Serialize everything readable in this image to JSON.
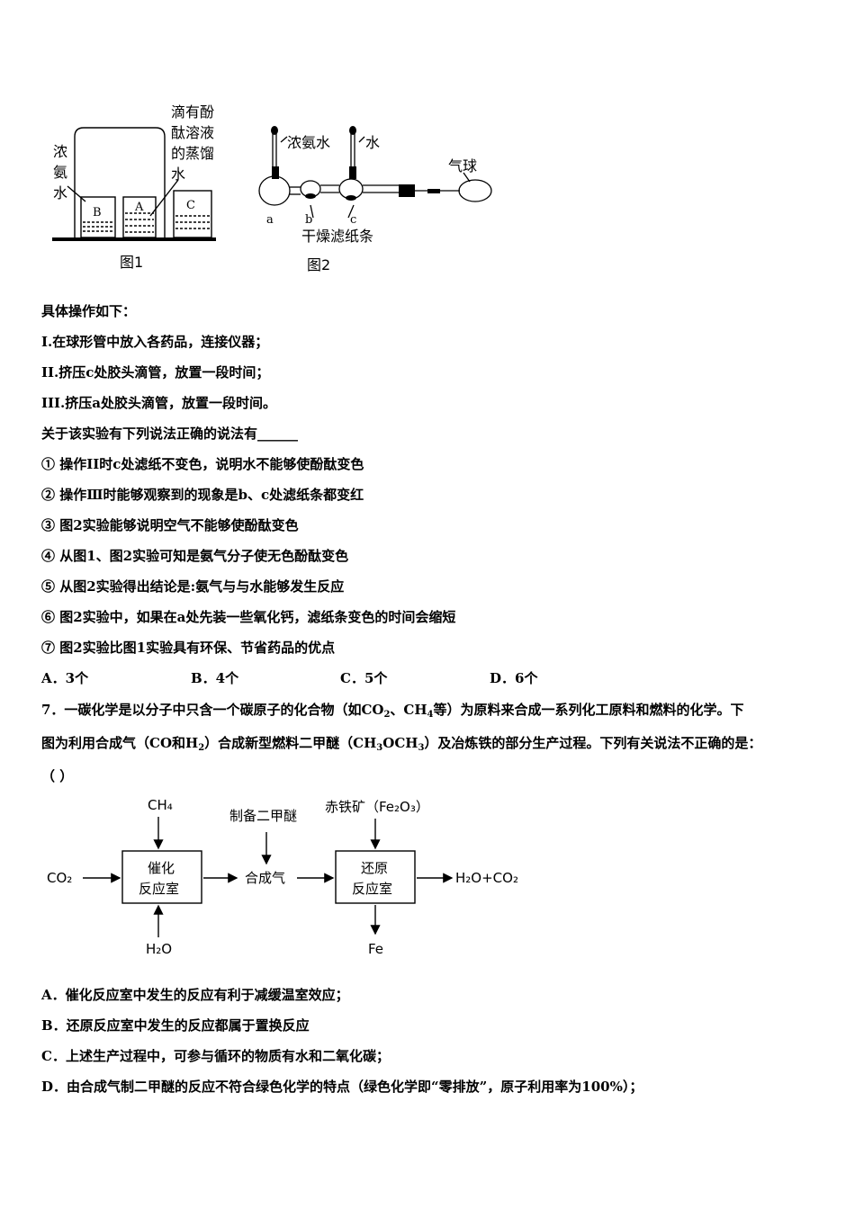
{
  "fig1": {
    "label_left": [
      "浓",
      "氨",
      "水"
    ],
    "label_right": [
      "滴有酚",
      "酞溶液",
      "的蒸馏",
      "水"
    ],
    "beaker_b": "B",
    "beaker_a": "A",
    "beaker_c": "C",
    "caption": "图1"
  },
  "fig2": {
    "label_ammonia": "浓氨水",
    "label_water": "水",
    "label_balloon": "气球",
    "label_a": "a",
    "label_b": "b",
    "label_c": "c",
    "label_paper": "干燥滤纸条",
    "caption": "图2"
  },
  "q6": {
    "intro": "具体操作如下：",
    "steps": [
      "I.在球形管中放入各药品，连接仪器；",
      "II.挤压c处胶头滴管，放置一段时间；",
      "III.挤压a处胶头滴管，放置一段时间。"
    ],
    "prompt": "关于该实验有下列说法正确的说法有______",
    "statements": [
      "① 操作II时c处滤纸不变色，说明水不能够使酚酞变色",
      "② 操作Ⅲ时能够观察到的现象是b、c处滤纸条都变红",
      "③ 图2实验能够说明空气不能够使酚酞变色",
      "④ 从图1、图2实验可知是氨气分子使无色酚酞变色",
      "⑤ 从图2实验得出结论是:氨气与与水能够发生反应",
      "⑥ 图2实验中，如果在a处先装一些氧化钙，滤纸条变色的时间会缩短",
      "⑦ 图2实验比图1实验具有环保、节省药品的优点"
    ],
    "options": [
      "A．3个",
      "B．4个",
      "C．5个",
      "D．6个"
    ]
  },
  "q7": {
    "line1_a": "7．一碳化学是以分子中只含一个碳原子的化合物（如CO",
    "line1_b": "、CH",
    "line1_c": "等）为原料来合成一系列化工原料和燃料的化学。下",
    "line2_a": "图为利用合成气（CO和H",
    "line2_b": "）合成新型燃料二甲醚（CH",
    "line2_c": "OCH",
    "line2_d": "）及冶炼铁的部分生产过程。下列有关说法不正确的是：",
    "sub2": "2",
    "sub4": "4",
    "sub3": "3",
    "paren": "（      ）",
    "options": [
      "A．催化反应室中发生的反应有利于减缓温室效应；",
      "B．还原反应室中发生的反应都属于置换反应",
      "C．上述生产过程中，可参与循环的物质有水和二氧化碳；",
      "D．由合成气制二甲醚的反应不符合绿色化学的特点（绿色化学即“零排放”，原子利用率为100%）；"
    ]
  },
  "flow": {
    "ch4": "CH₄",
    "co2": "CO₂",
    "h2o": "H₂O",
    "box1_line1": "催化",
    "box1_line2": "反应室",
    "make_dme": "制备二甲醚",
    "syngas": "合成气",
    "hematite": "赤铁矿（Fe₂O₃）",
    "box2_line1": "还原",
    "box2_line2": "反应室",
    "products": "H₂O+CO₂",
    "fe": "Fe"
  }
}
